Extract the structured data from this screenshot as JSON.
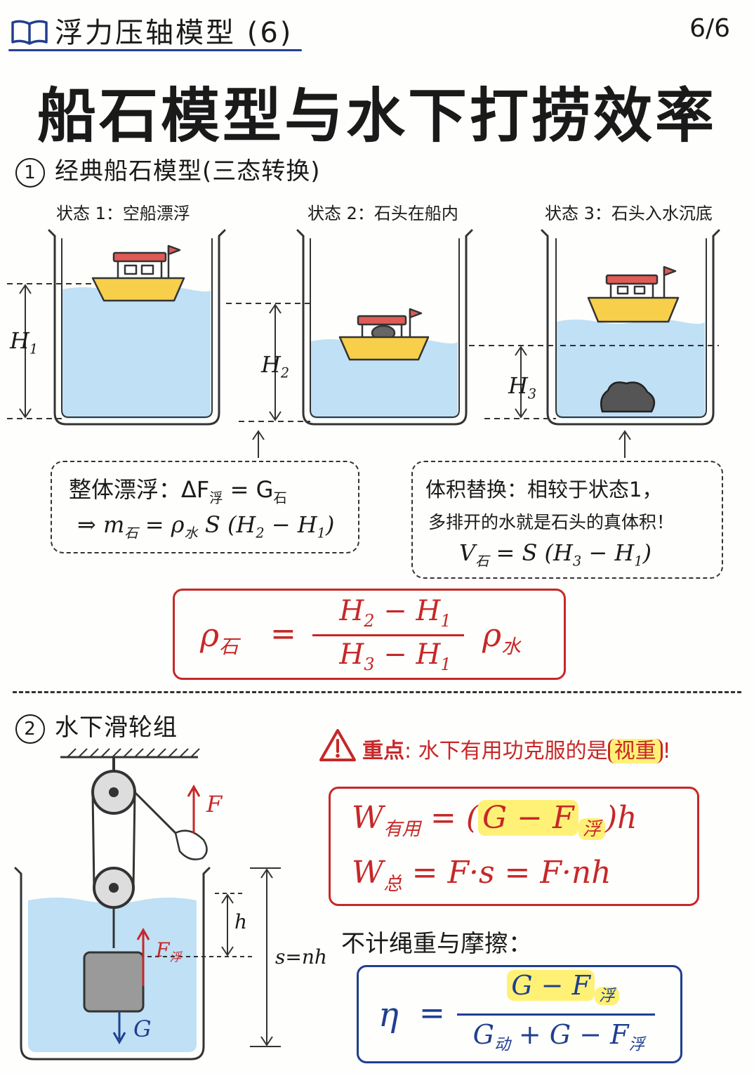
{
  "header": {
    "icon": "open-book-icon",
    "series_title": "浮力压轴模型 (6)",
    "page_number": "6/6"
  },
  "main_title": "船石模型与水下打捞效率",
  "section1": {
    "number": "1",
    "title": "经典船石模型(三态转换)",
    "states": [
      {
        "label": "状态 1：空船漂浮"
      },
      {
        "label": "状态 2：石头在船内"
      },
      {
        "label": "状态 3：石头入水沉底"
      }
    ],
    "heights": {
      "h1": "H",
      "h1_sub": "1",
      "h2": "H",
      "h2_sub": "2",
      "h3": "H",
      "h3_sub": "3"
    },
    "box_left": {
      "line1_a": "整体漂浮：ΔF",
      "line1_sub": "浮",
      "line1_b": " = G",
      "line1_sub2": "石",
      "line2_a": "⇒ m",
      "line2_sub": "石",
      "line2_b": " = ρ",
      "line2_sub2": "水",
      "line2_c": " S (H",
      "line2_sub3": "2",
      "line2_d": " − H",
      "line2_sub4": "1",
      "line2_e": ")"
    },
    "box_right": {
      "line1": "体积替换：相较于状态1，",
      "line2": "多排开的水就是石头的真体积！",
      "line3_a": "V",
      "line3_sub": "石",
      "line3_b": " = S (H",
      "line3_sub2": "3",
      "line3_c": " − H",
      "line3_sub3": "1",
      "line3_d": ")"
    },
    "formula": {
      "lhs": "ρ",
      "lhs_sub": "石",
      "eq": "=",
      "num_a": "H",
      "num_sub_a": "2",
      "num_op": " − H",
      "num_sub_b": "1",
      "den_a": "H",
      "den_sub_a": "3",
      "den_op": " − H",
      "den_sub_b": "1",
      "rhs": "ρ",
      "rhs_sub": "水"
    }
  },
  "section2": {
    "number": "2",
    "title": "水下滑轮组",
    "warning_icon": "warning-triangle-icon",
    "key_point_label": "重点",
    "key_point_text": ": 水下有用功克服的是",
    "key_point_highlight": "视重",
    "key_point_end": "!",
    "diagram_labels": {
      "force": "F",
      "buoyancy": "F",
      "buoyancy_sub": "浮",
      "gravity": "G",
      "height": "h",
      "distance": "s=nh"
    },
    "work_box": {
      "w_useful": "W",
      "w_useful_sub": "有用",
      "w_useful_eq": " = (",
      "w_useful_hl": "G − F",
      "w_useful_hl_sub": "浮",
      "w_useful_end": ")h",
      "w_total": "W",
      "w_total_sub": "总",
      "w_total_eq": " = F·s = F·nh"
    },
    "note": "不计绳重与摩擦：",
    "efficiency": {
      "lhs": "η",
      "eq": "=",
      "num_a": "G − F",
      "num_sub": "浮",
      "den_a": "G",
      "den_sub": "动",
      "den_b": " + G − F",
      "den_sub2": "浮"
    }
  },
  "colors": {
    "water": "#bfe0f5",
    "boat_hull": "#f7cf4a",
    "cabin_roof": "#e05b55",
    "accent_red": "#c62828",
    "accent_blue": "#1f3f8f",
    "highlight": "#fff176"
  }
}
